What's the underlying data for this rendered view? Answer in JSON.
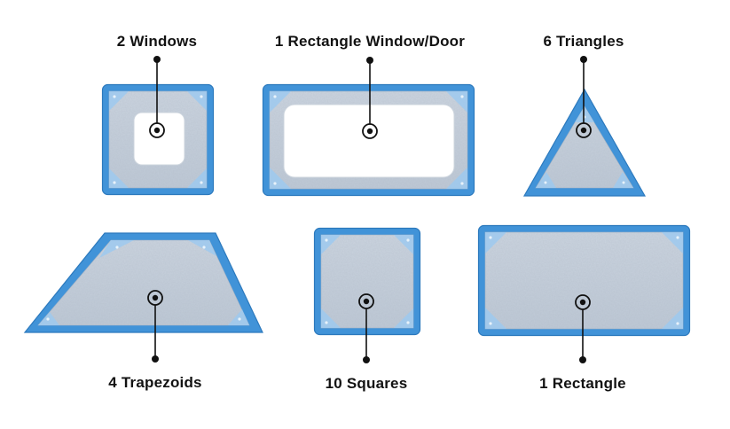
{
  "figure": {
    "labels": {
      "windows": "2 Windows",
      "rect_window_door": "1 Rectangle Window/Door",
      "triangles": "6 Triangles",
      "trapezoids": "4 Trapezoids",
      "squares": "10 Squares",
      "rectangle": "1 Rectangle"
    },
    "colors": {
      "tile_frame": "#4193d8",
      "tile_frame_edge": "#2c79bd",
      "corner_brace": "#9dc9ee",
      "panel_light": "#ccd5e0",
      "panel_dark": "#bec9d6",
      "hole_white": "#ffffff",
      "callout": "#111111",
      "text": "#121212"
    }
  }
}
